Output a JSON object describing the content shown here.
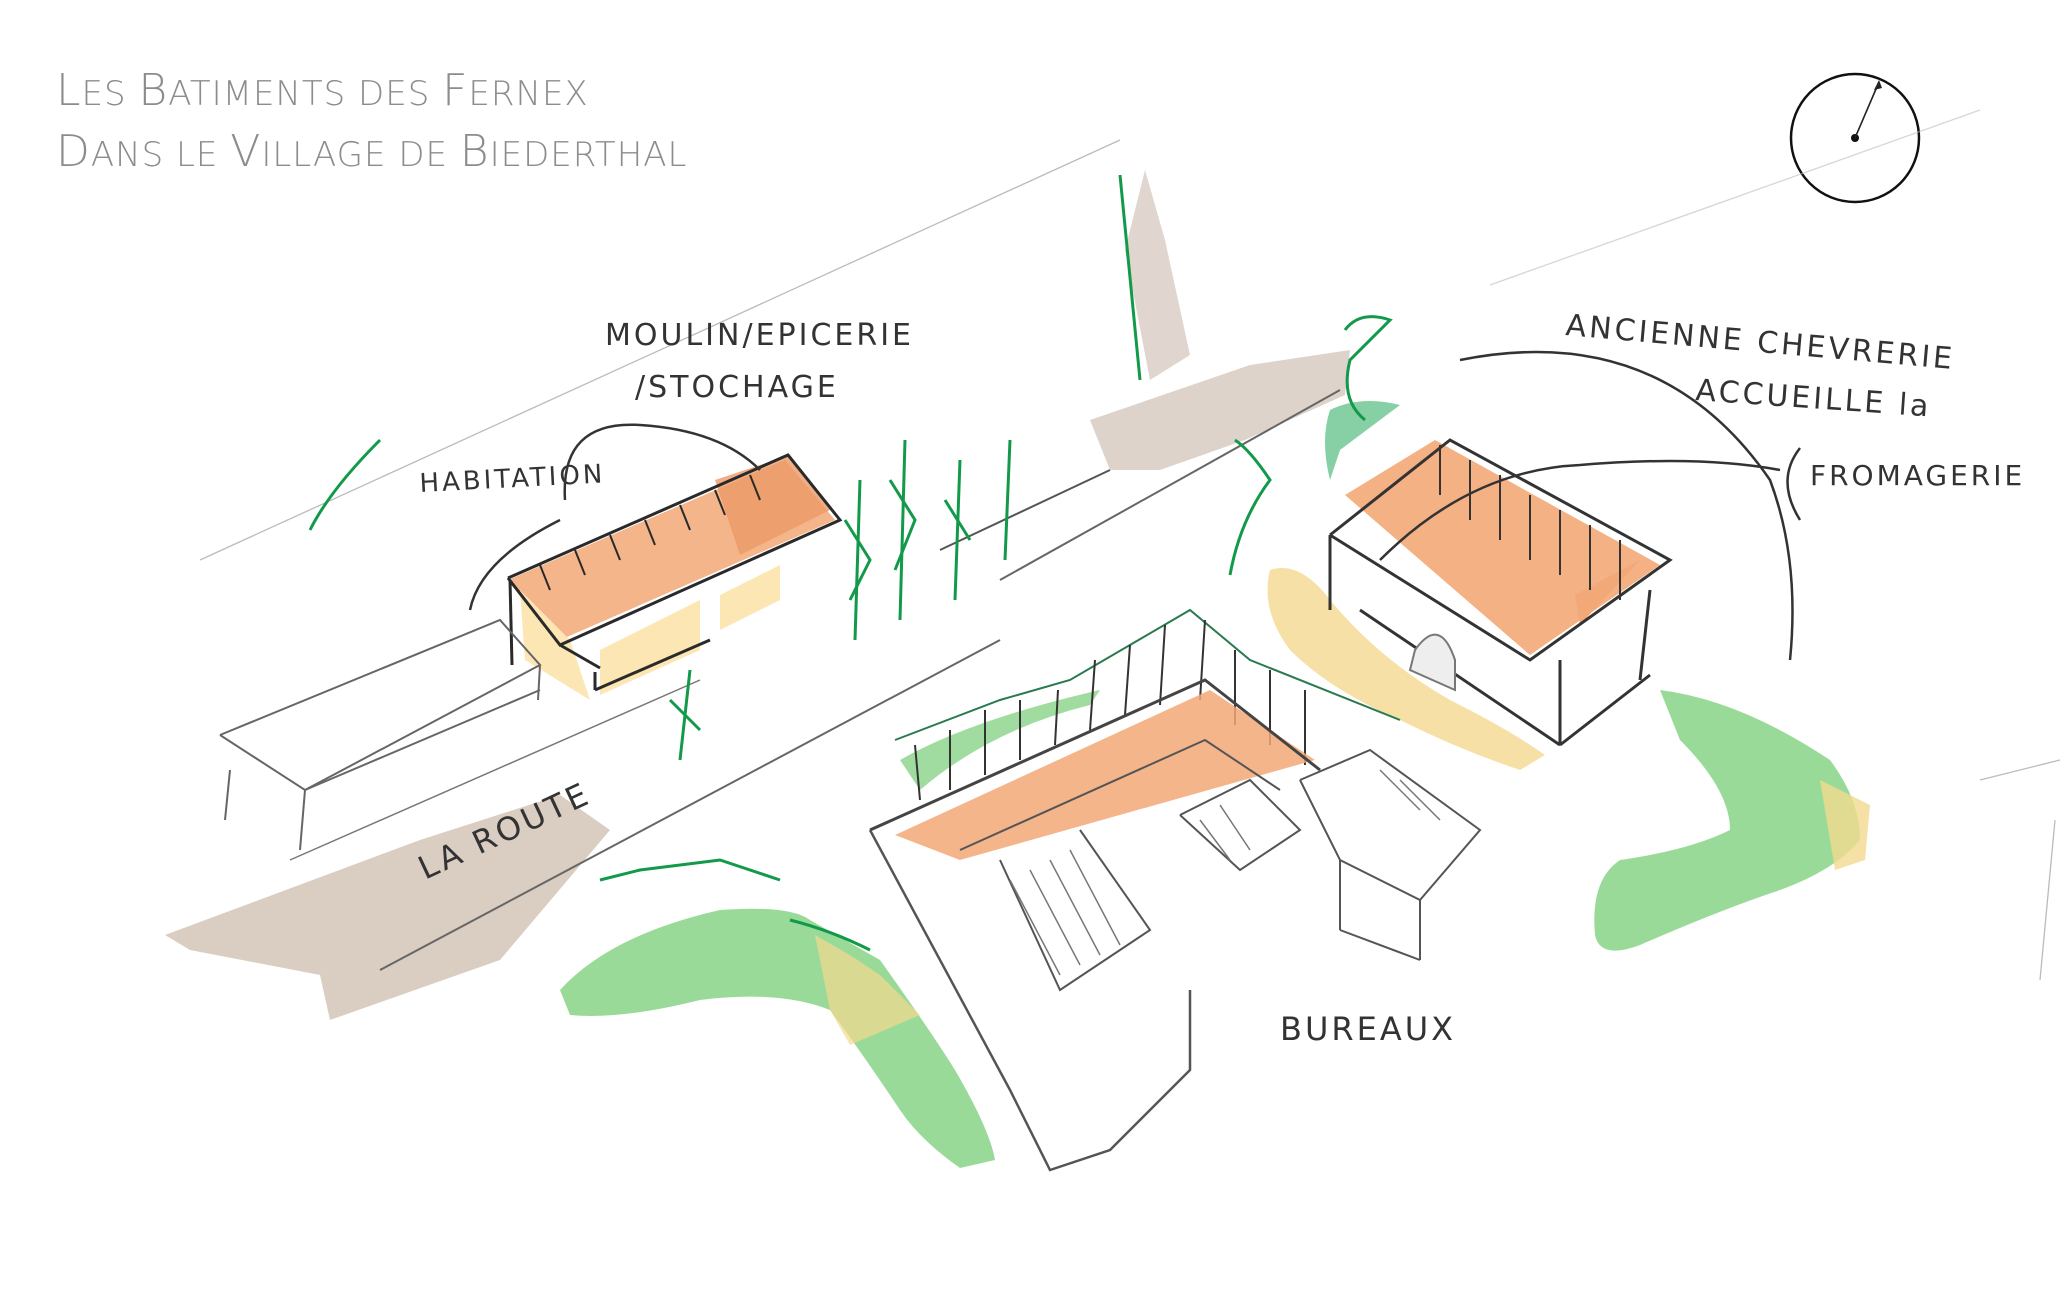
{
  "title": {
    "line1": [
      {
        "cap": "L",
        "rest": "ES "
      },
      {
        "cap": "B",
        "rest": "ATIMENTS DES "
      },
      {
        "cap": "F",
        "rest": "ERNEX"
      }
    ],
    "line2": [
      {
        "cap": "",
        "rest": "DANS LE "
      },
      {
        "cap": "V",
        "rest": "ILLAGE DE "
      },
      {
        "cap": "B",
        "rest": "IEDERTHAL"
      }
    ],
    "full_line1": "Les Batiments des Fernex",
    "full_line2": "dans le Village de Biederthal"
  },
  "compass": {
    "icon": "north-arrow-compass-icon",
    "heading_deg": 22
  },
  "labels": {
    "moulin_line1": "MOULIN/EPICERIE",
    "moulin_line2": "/STOCHAGE",
    "habitation": "HABITATION",
    "chevrerie_line1": "ANCIENNE CHEVRERIE",
    "chevrerie_line2": "ACCUEILLE la",
    "chevrerie_line3": "FROMAGERIE",
    "route": "LA ROUTE",
    "bureaux": "BUREAUX"
  },
  "colors": {
    "roof": "#f3a877",
    "wall": "#fbe6b4",
    "grass": "#8fd68e",
    "grass_dark": "#7fc46a",
    "sand": "#f6dd9c",
    "road": "#d6c8bb",
    "ink": "#3a3a3a",
    "tree": "#129a4a",
    "title": "#8c8c8c"
  }
}
